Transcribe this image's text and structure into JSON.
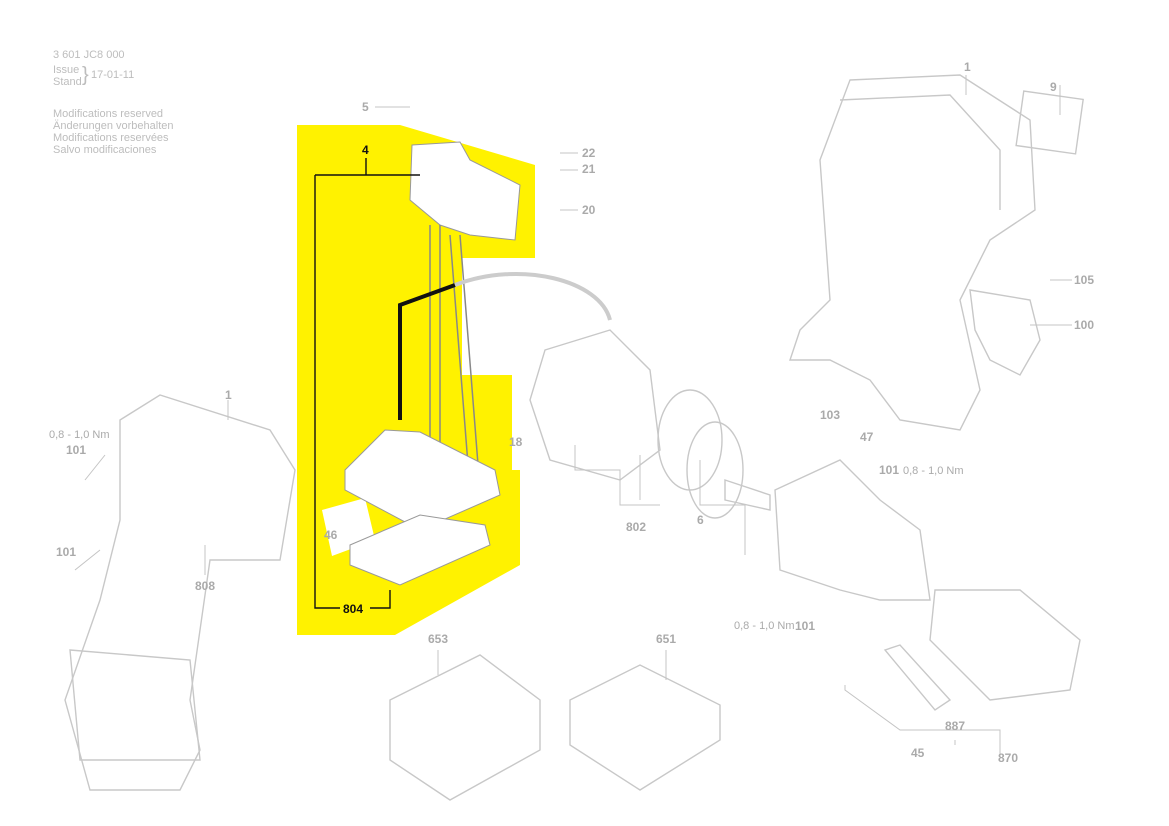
{
  "header": {
    "doc_number": "3 601 JC8 000",
    "issue_label": "Issue",
    "stand_label": "Stand",
    "issue_date": "17-01-11",
    "notices": [
      "Modifications reserved",
      "Änderungen vorbehalten",
      "Modifications reservées",
      "Salvo modificaciones"
    ]
  },
  "highlight_color": "#fff200",
  "labels": {
    "p5": "5",
    "p4": "4",
    "p22": "22",
    "p21": "21",
    "p20": "20",
    "p9": "9",
    "p1_top": "1",
    "p105": "105",
    "p100": "100",
    "p103": "103",
    "p47": "47",
    "p18": "18",
    "p1_left": "1",
    "p101_a": "101",
    "p101_b": "101",
    "p808": "808",
    "p46": "46",
    "p804": "804",
    "p802": "802",
    "p6": "6",
    "p101_c": "101",
    "p101_d": "101",
    "p653": "653",
    "p651": "651",
    "p887": "887",
    "p45": "45",
    "p870": "870"
  },
  "torques": {
    "t1": "0,8 - 1,0 Nm",
    "t2": "0,8 - 1,0 Nm",
    "t3": "0,8 - 1,0 Nm"
  }
}
